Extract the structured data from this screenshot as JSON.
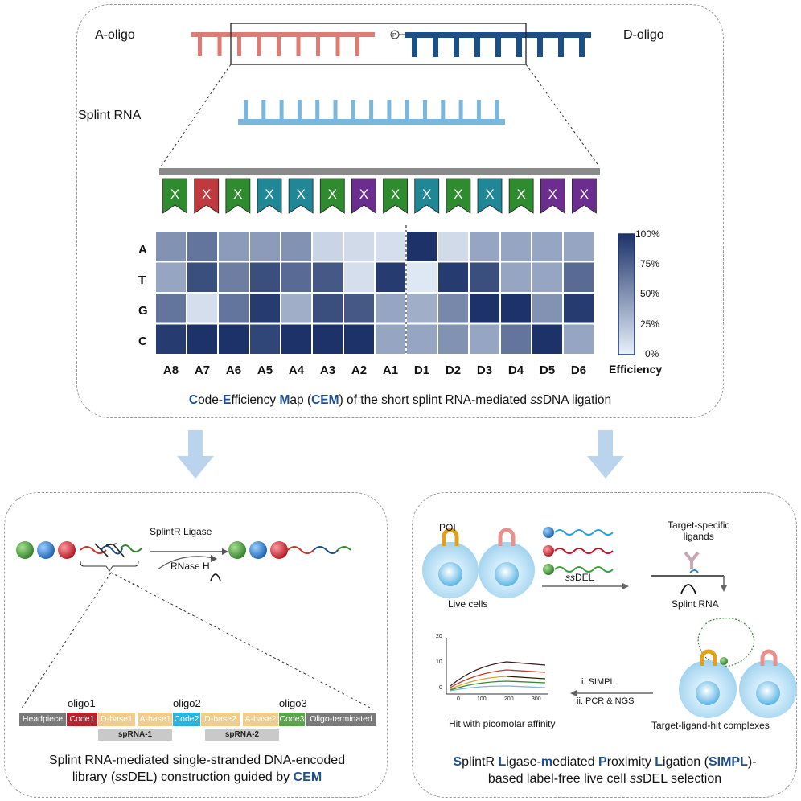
{
  "top": {
    "a_oligo_label": "A-oligo",
    "d_oligo_label": "D-oligo",
    "splint_label": "Splint RNA",
    "phosphate_symbol": "P",
    "a_color": "#e07a75",
    "d_color": "#1d4f87",
    "splint_color": "#7bb6dc"
  },
  "tags": [
    {
      "letter": "X",
      "color": "#2e8b2e"
    },
    {
      "letter": "X",
      "color": "#c0393f"
    },
    {
      "letter": "X",
      "color": "#2e8b2e"
    },
    {
      "letter": "X",
      "color": "#1f8795"
    },
    {
      "letter": "X",
      "color": "#1f8795"
    },
    {
      "letter": "X",
      "color": "#2e8b2e"
    },
    {
      "letter": "X",
      "color": "#6b2d8f"
    },
    {
      "letter": "X",
      "color": "#2e8b2e"
    },
    {
      "letter": "X",
      "color": "#1f8795"
    },
    {
      "letter": "X",
      "color": "#2e8b2e"
    },
    {
      "letter": "X",
      "color": "#1f8795"
    },
    {
      "letter": "X",
      "color": "#2e8b2e"
    },
    {
      "letter": "X",
      "color": "#6b2d8f"
    },
    {
      "letter": "X",
      "color": "#6b2d8f"
    }
  ],
  "chart_data": {
    "type": "heatmap",
    "rows": [
      "A",
      "T",
      "G",
      "C"
    ],
    "columns": [
      "A8",
      "A7",
      "A6",
      "A5",
      "A4",
      "A3",
      "A2",
      "A1",
      "D1",
      "D2",
      "D3",
      "D4",
      "D5",
      "D6"
    ],
    "values": [
      [
        50,
        65,
        45,
        45,
        50,
        15,
        12,
        10,
        100,
        12,
        40,
        40,
        40,
        40
      ],
      [
        40,
        85,
        60,
        85,
        70,
        80,
        10,
        95,
        5,
        95,
        85,
        40,
        40,
        70
      ],
      [
        65,
        10,
        65,
        95,
        35,
        85,
        80,
        40,
        35,
        55,
        100,
        100,
        50,
        95
      ],
      [
        95,
        100,
        100,
        90,
        100,
        100,
        100,
        40,
        40,
        50,
        40,
        65,
        100,
        40
      ]
    ],
    "colorbar": {
      "ticks": [
        "100%",
        "75%",
        "50%",
        "25%",
        "0%"
      ],
      "title": "Efficiency",
      "min": 0,
      "max": 100
    },
    "low_color": "#e8f1fb",
    "high_color": "#1c3269",
    "divider_after_column": "A1"
  },
  "cem_caption": {
    "c": "C",
    "ode": "ode-",
    "e": "E",
    "fficiency": "fficiency ",
    "m": "M",
    "ap": "ap (",
    "cem": "CEM",
    "rest1": ") of the short splint RNA-mediated ",
    "ss": "ss",
    "rest2": "DNA ligation"
  },
  "left": {
    "ligase_label": "SplintR Ligase",
    "rnase_label": "RNase H",
    "oligo1": "oligo1",
    "oligo2": "oligo2",
    "oligo3": "oligo3",
    "bar": [
      {
        "label": "Headpiece",
        "color": "#7a7a7a"
      },
      {
        "label": "Code1",
        "color": "#b8242e"
      },
      {
        "label": "D-base1",
        "color": "#f2cc8a"
      },
      {
        "label": "A-base1",
        "color": "#f2cc8a"
      },
      {
        "label": "Code2",
        "color": "#27b5e3"
      },
      {
        "label": "D-base2",
        "color": "#f2cc8a"
      },
      {
        "label": "A-base2",
        "color": "#f2cc8a"
      },
      {
        "label": "Code3",
        "color": "#5aa64a"
      },
      {
        "label": "Oligo-terminated",
        "color": "#7a7a7a"
      }
    ],
    "sprna1": "spRNA-1",
    "sprna2": "spRNA-2",
    "caption_line1": "Splint RNA-mediated single-stranded DNA-encoded",
    "caption_pre": "library (",
    "caption_ss": "ss",
    "caption_mid": "DEL) construction guided by ",
    "caption_cem": "CEM"
  },
  "right": {
    "poi": "POI",
    "live_cells": "Live cells",
    "ssdel_ss": "ss",
    "ssdel_rest": "DEL",
    "target_ligands": "Target-specific\nligands",
    "splint_rna": "Splint RNA",
    "step1": "i. SIMPL",
    "step2": "ii. PCR & NGS",
    "complexes": "Target-ligand-hit complexes",
    "hit_label": "Hit with picomolar affinity",
    "caption": {
      "s": "S",
      "plintr": "plintR ",
      "l": "L",
      "igase": "igase-",
      "m": "m",
      "ediated": "ediated ",
      "p": "P",
      "roximity": "roximity ",
      "l2": "L",
      "igation": "igation (",
      "simpl": "SIMPL",
      "end": ")-",
      "line2_pre": "based label-free live cell ",
      "line2_ss": "ss",
      "line2_post": "DEL selection"
    },
    "mini_chart": {
      "y_ticks": [
        "20",
        "10",
        "0"
      ],
      "x_ticks": [
        "0",
        "100",
        "200",
        "300"
      ]
    }
  }
}
